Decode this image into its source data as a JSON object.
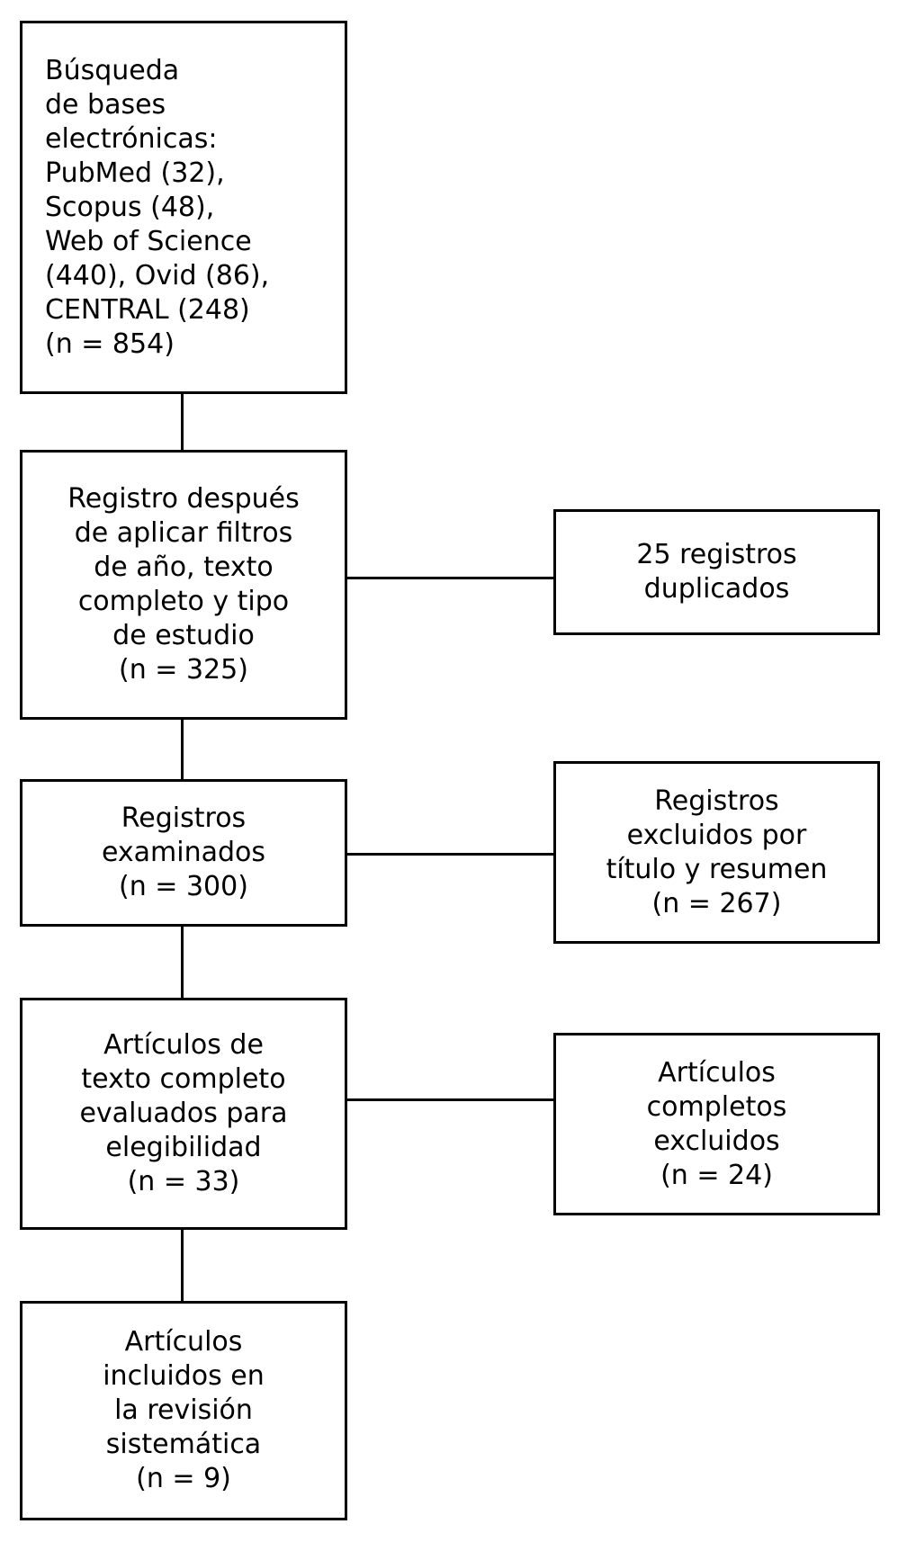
{
  "flowchart": {
    "nodes": {
      "search": {
        "text": "Búsqueda\nde bases\nelectrónicas:\nPubMed (32),\nScopus (48),\nWeb of Science\n(440), Ovid (86),\nCENTRAL (248)\n(n = 854)",
        "n": 854,
        "databases": [
          {
            "name": "PubMed",
            "count": 32
          },
          {
            "name": "Scopus",
            "count": 48
          },
          {
            "name": "Web of Science",
            "count": 440
          },
          {
            "name": "Ovid",
            "count": 86
          },
          {
            "name": "CENTRAL",
            "count": 248
          }
        ]
      },
      "filtered": {
        "text": "Registro después\nde aplicar filtros\nde año, texto\ncompleto y tipo\nde estudio\n(n = 325)",
        "n": 325
      },
      "duplicates": {
        "text": "25 registros\nduplicados",
        "n": 25
      },
      "screened": {
        "text": "Registros\nexaminados\n(n = 300)",
        "n": 300
      },
      "excluded_by_title_abstract": {
        "text": "Registros\nexcluidos por\ntítulo y resumen\n(n = 267)",
        "n": 267
      },
      "fulltext_assessed": {
        "text": "Artículos de\ntexto completo\nevaluados para\nelegibilidad\n(n = 33)",
        "n": 33
      },
      "fulltext_excluded": {
        "text": "Artículos\ncompletos\nexcluidos\n(n = 24)",
        "n": 24
      },
      "included": {
        "text": "Artículos\nincluidos en\nla revisión\nsistemática\n(n = 9)",
        "n": 9
      }
    },
    "colors": {
      "line": "#000000",
      "text": "#000000",
      "background": "#ffffff"
    }
  }
}
